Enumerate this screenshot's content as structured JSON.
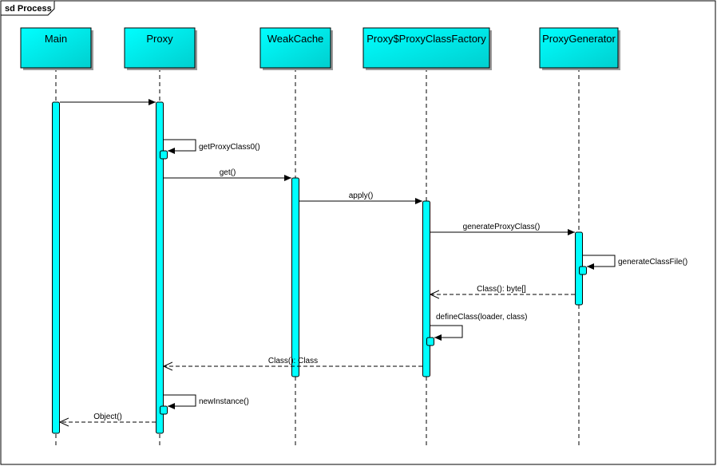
{
  "frame": {
    "title": "sd Process"
  },
  "lifelines": [
    {
      "id": "main",
      "name": "Main"
    },
    {
      "id": "proxy",
      "name": "Proxy"
    },
    {
      "id": "weakcache",
      "name": "WeakCache"
    },
    {
      "id": "factory",
      "name": "Proxy$ProxyClassFactory"
    },
    {
      "id": "generator",
      "name": "ProxyGenerator"
    }
  ],
  "messages": [
    {
      "id": "m0",
      "from": "main",
      "to": "proxy",
      "label": "",
      "kind": "sync"
    },
    {
      "id": "m1",
      "from": "proxy",
      "to": "proxy",
      "label": "getProxyClass0()",
      "kind": "self"
    },
    {
      "id": "m2",
      "from": "proxy",
      "to": "weakcache",
      "label": "get()",
      "kind": "sync"
    },
    {
      "id": "m3",
      "from": "weakcache",
      "to": "factory",
      "label": "apply()",
      "kind": "sync"
    },
    {
      "id": "m4",
      "from": "factory",
      "to": "generator",
      "label": "generateProxyClass()",
      "kind": "sync"
    },
    {
      "id": "m5",
      "from": "generator",
      "to": "generator",
      "label": "generateClassFile()",
      "kind": "self"
    },
    {
      "id": "m6",
      "from": "generator",
      "to": "factory",
      "label": "Class(): byte[]",
      "kind": "return"
    },
    {
      "id": "m7",
      "from": "factory",
      "to": "factory",
      "label": "defineClass(loader, class)",
      "kind": "self"
    },
    {
      "id": "m8",
      "from": "factory",
      "to": "proxy",
      "label": "Class(): Class",
      "kind": "return"
    },
    {
      "id": "m9",
      "from": "proxy",
      "to": "proxy",
      "label": "newInstance()",
      "kind": "self"
    },
    {
      "id": "m10",
      "from": "proxy",
      "to": "main",
      "label": "Object()",
      "kind": "return"
    }
  ],
  "colors": {
    "lifeline_fill": "#00ffff",
    "lifeline_fill_dark": "#00cccc",
    "activation_fill": "#00ffff",
    "line": "#000000",
    "frame": "#000000"
  }
}
